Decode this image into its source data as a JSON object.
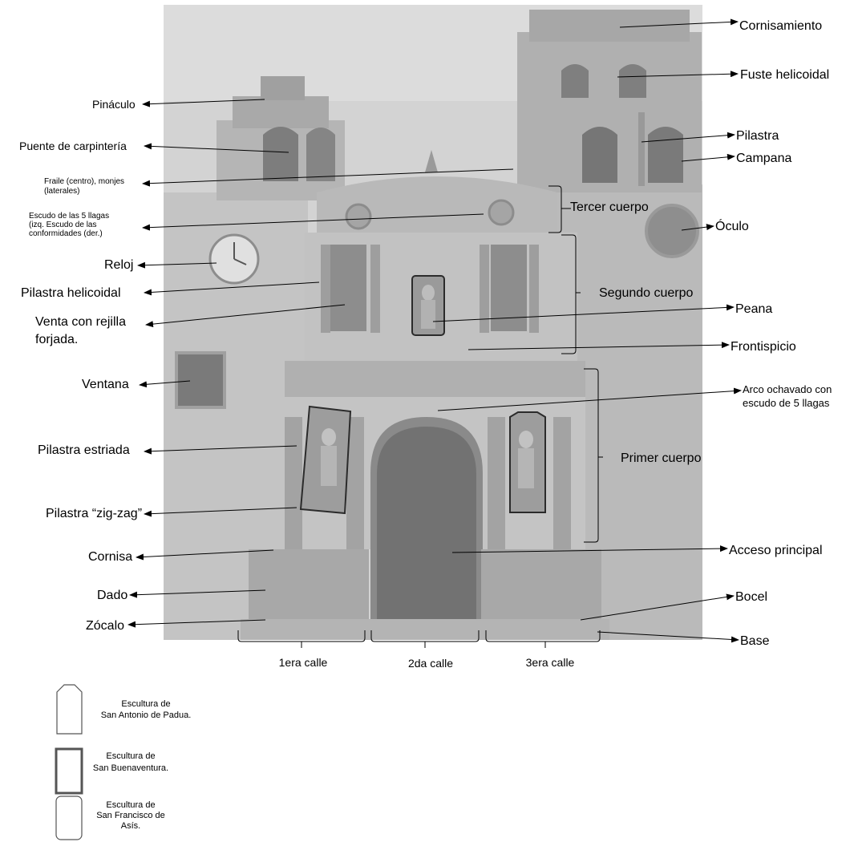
{
  "labels_left": [
    {
      "id": "pinaculo",
      "lines": [
        "Pináculo"
      ]
    },
    {
      "id": "puente-carpinteria",
      "lines": [
        "Puente de carpintería"
      ]
    },
    {
      "id": "fraile-monjes",
      "lines": [
        "Fraile (centro), monjes",
        "(laterales)"
      ]
    },
    {
      "id": "escudo-5-llagas",
      "lines": [
        "Escudo de las 5 llagas",
        "(izq. Escudo de las",
        "conformidades (der.)"
      ]
    },
    {
      "id": "reloj",
      "lines": [
        "Reloj"
      ]
    },
    {
      "id": "pilastra-helicoidal",
      "lines": [
        "Pilastra helicoidal"
      ]
    },
    {
      "id": "ventana-rejilla",
      "lines": [
        "Venta con rejilla",
        "forjada."
      ]
    },
    {
      "id": "ventana",
      "lines": [
        "Ventana"
      ]
    },
    {
      "id": "pilastra-estriada",
      "lines": [
        "Pilastra estriada"
      ]
    },
    {
      "id": "pilastra-zigzag",
      "lines": [
        "Pilastra “zig-zag”"
      ]
    },
    {
      "id": "cornisa",
      "lines": [
        "Cornisa"
      ]
    },
    {
      "id": "dado",
      "lines": [
        "Dado"
      ]
    },
    {
      "id": "zocalo",
      "lines": [
        "Zócalo"
      ]
    }
  ],
  "labels_right": [
    {
      "id": "cornisamiento",
      "lines": [
        "Cornisamiento"
      ]
    },
    {
      "id": "fuste-helicoidal",
      "lines": [
        "Fuste helicoidal"
      ]
    },
    {
      "id": "pilastra",
      "lines": [
        "Pilastra"
      ]
    },
    {
      "id": "campana",
      "lines": [
        "Campana"
      ]
    },
    {
      "id": "oculo",
      "lines": [
        "Óculo"
      ]
    },
    {
      "id": "peana",
      "lines": [
        "Peana"
      ]
    },
    {
      "id": "frontispicio",
      "lines": [
        "Frontispicio"
      ]
    },
    {
      "id": "arco-ochavado",
      "lines": [
        "Arco ochavado con",
        "escudo de 5 llagas"
      ]
    },
    {
      "id": "acceso-principal",
      "lines": [
        "Acceso principal"
      ]
    },
    {
      "id": "bocel",
      "lines": [
        "Bocel"
      ]
    },
    {
      "id": "base",
      "lines": [
        "Base"
      ]
    }
  ],
  "body_labels": [
    {
      "id": "tercer-cuerpo",
      "lines": [
        "Tercer cuerpo"
      ]
    },
    {
      "id": "segundo-cuerpo",
      "lines": [
        "Segundo cuerpo"
      ]
    },
    {
      "id": "primer-cuerpo",
      "lines": [
        "Primer cuerpo"
      ]
    }
  ],
  "street_labels": [
    {
      "id": "calle-1",
      "lines": [
        "1era calle"
      ]
    },
    {
      "id": "calle-2",
      "lines": [
        "2da calle"
      ]
    },
    {
      "id": "calle-3",
      "lines": [
        "3era calle"
      ]
    }
  ],
  "legend": [
    {
      "id": "san-antonio",
      "shape": "octagon-thin",
      "lines": [
        "Escultura de",
        "San Antonio de Padua."
      ]
    },
    {
      "id": "san-buenaventura",
      "shape": "rect-thick",
      "lines": [
        "Escultura de",
        "San Buenaventura."
      ]
    },
    {
      "id": "san-francisco",
      "shape": "rounded-thin",
      "lines": [
        "Escultura de",
        "San Francisco de",
        "Asís."
      ]
    }
  ],
  "colors": {
    "photo_bg": "#cfcfcf",
    "stone_light": "#bdbdbd",
    "stone_dark": "#8f8f8f",
    "doorway": "#7a7a7a",
    "ink": "#000000"
  }
}
